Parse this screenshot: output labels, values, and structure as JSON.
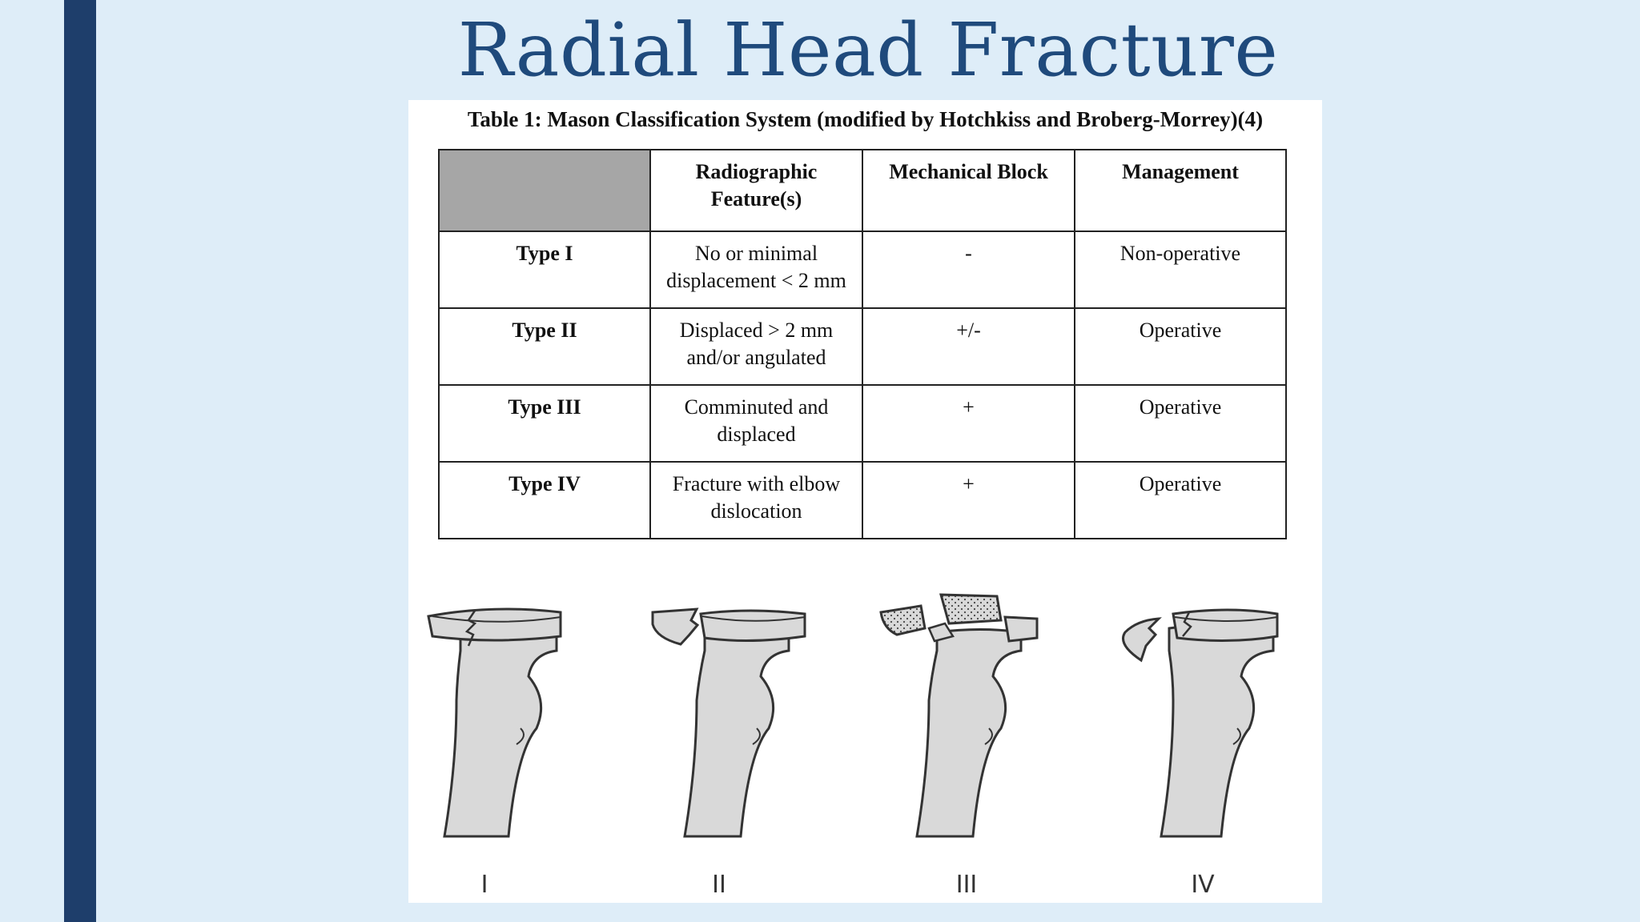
{
  "slide": {
    "title": "Radial Head Fracture"
  },
  "table": {
    "caption": "Table 1: Mason Classification System (modified by Hotchkiss and Broberg-Morrey)(4)",
    "headers": [
      "",
      "Radiographic Feature(s)",
      "Mechanical Block",
      "Management"
    ],
    "rows": [
      {
        "type": "Type I",
        "feature": "No or minimal displacement < 2 mm",
        "block": "-",
        "management": "Non-operative"
      },
      {
        "type": "Type II",
        "feature": "Displaced > 2 mm and/or angulated",
        "block": "+/-",
        "management": "Operative"
      },
      {
        "type": "Type III",
        "feature": "Comminuted and displaced",
        "block": "+",
        "management": "Operative"
      },
      {
        "type": "Type IV",
        "feature": "Fracture with elbow dislocation",
        "block": "+",
        "management": "Operative"
      }
    ]
  },
  "illustrations": {
    "labels": [
      "I",
      "II",
      "III",
      "IV"
    ],
    "bone_fill": "#d9d9d9",
    "outline_color": "#333333"
  },
  "theme": {
    "background": "#deedf8",
    "accent_bar": "#1e3e6b",
    "title_color": "#1f4a7c",
    "header_fill": "#a6a6a6"
  }
}
